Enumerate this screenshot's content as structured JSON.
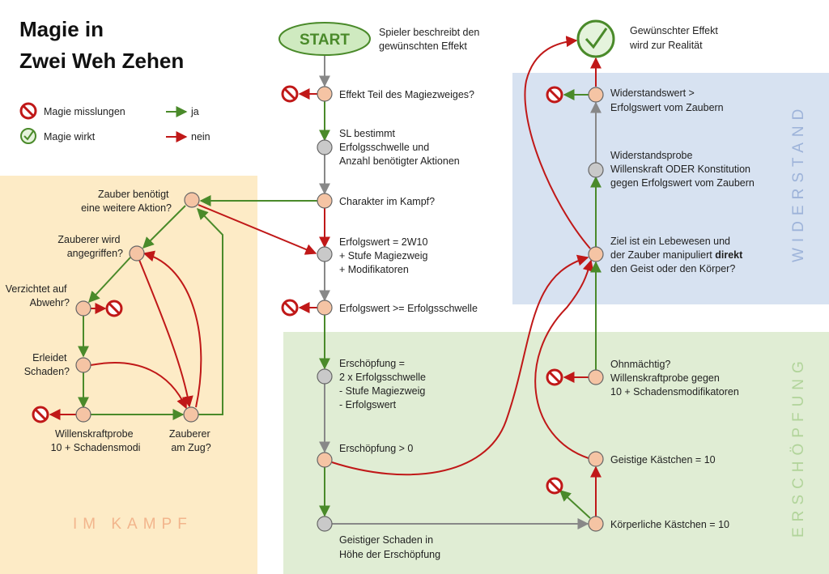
{
  "title": {
    "line1": "Magie in",
    "line2": "Zwei Weh Zehen"
  },
  "legend": {
    "fail": "Magie misslungen",
    "success": "Magie wirkt",
    "yes": "ja",
    "no": "nein"
  },
  "colors": {
    "yes": "#4a8a2a",
    "no": "#c01818",
    "neutral": "#888888",
    "node_orange": "#f5c4a4",
    "node_gray": "#c9c9c9",
    "zone_kampf": "#fdebc6",
    "zone_widerstand": "#d7e2f1",
    "zone_erschoepfung": "#e0edd4",
    "start_fill": "#cfeac0",
    "start_stroke": "#4a8a2a"
  },
  "zones": {
    "kampf": "IM KAMPF",
    "widerstand": "WIDERSTAND",
    "erschoepfung": "ERSCHÖPFUNG"
  },
  "start": {
    "label": "START",
    "desc": [
      "Spieler beschreibt den",
      "gewünschten Effekt"
    ]
  },
  "end": {
    "desc": [
      "Gewünschter Effekt",
      "wird zur Realität"
    ]
  },
  "nodes": {
    "teil": [
      "Effekt Teil des Magiezweiges?"
    ],
    "sl": [
      "SL bestimmt",
      "Erfolgsschwelle und",
      "Anzahl benötigter Aktionen"
    ],
    "kampf": [
      "Charakter im Kampf?"
    ],
    "erfolgswert": [
      "Erfolgswert = 2W10",
      "+ Stufe Magiezweig",
      "+ Modifikatoren"
    ],
    "vergleich": [
      "Erfolgswert >= Erfolgsschwelle"
    ],
    "erschoepfung": [
      "Erschöpfung =",
      "2 x Erfolgsschwelle",
      "- Stufe Magiezweig",
      "- Erfolgswert"
    ],
    "erschoepfung_pos": [
      "Erschöpfung > 0"
    ],
    "geistiger_schaden": [
      "Geistiger Schaden in",
      "Höhe der Erschöpfung"
    ],
    "koerperlich": [
      "Körperliche Kästchen = 10"
    ],
    "geistig": [
      "Geistige Kästchen = 10"
    ],
    "ohnmaechtig": [
      "Ohnmächtig?",
      "Willenskraftprobe gegen",
      "10 + Schadensmodifikatoren"
    ],
    "ziel": {
      "line1": "Ziel ist ein Lebewesen und",
      "line2a": "der Zauber manipuliert ",
      "line2b": "direkt",
      "line3": "den Geist oder den Körper?"
    },
    "widerstandsprobe": [
      "Widerstandsprobe",
      "Willenskraft ODER Konstitution",
      "gegen Erfolgswert vom Zaubern"
    ],
    "widerstandswert": [
      "Widerstandswert >",
      "Erfolgswert vom Zaubern"
    ],
    "aktion": [
      "Zauber benötigt",
      "eine weitere Aktion?"
    ],
    "angegriffen": [
      "Zauberer wird",
      "angegriffen?"
    ],
    "abwehr": [
      "Verzichtet auf",
      "Abwehr?"
    ],
    "schaden": [
      "Erleidet",
      "Schaden?"
    ],
    "willenskraft": [
      "Willenskraftprobe",
      "10 + Schadensmodi"
    ],
    "zug": [
      "Zauberer",
      "am Zug?"
    ]
  }
}
